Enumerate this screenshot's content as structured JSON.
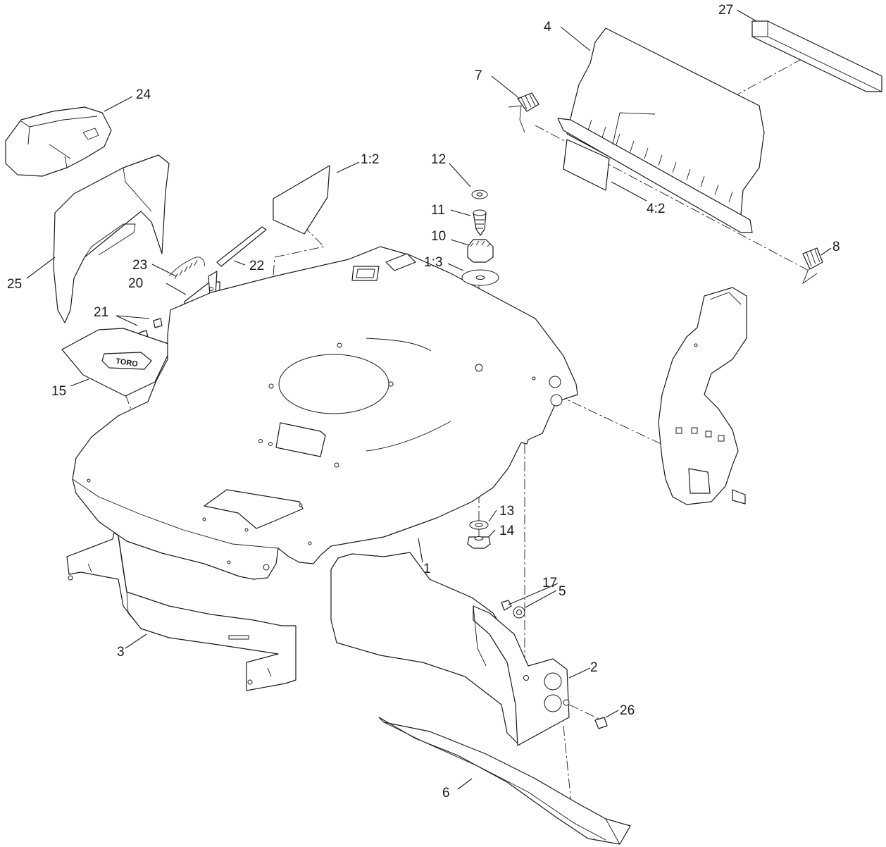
{
  "callouts": {
    "c1": "1",
    "c1_2": "1:2",
    "c1_3": "1:3",
    "c2": "2",
    "c3": "3",
    "c4": "4",
    "c4_2": "4:2",
    "c5": "5",
    "c6": "6",
    "c7": "7",
    "c8": "8",
    "c10": "10",
    "c11": "11",
    "c12": "12",
    "c13": "13",
    "c14": "14",
    "c15": "15",
    "c17": "17",
    "c20": "20",
    "c21": "21",
    "c22": "22",
    "c23": "23",
    "c24": "24",
    "c25": "25",
    "c26": "26",
    "c27": "27"
  },
  "decal_text": "TORO",
  "colors": {
    "line": "#1a1a1a",
    "background": "#ffffff"
  }
}
